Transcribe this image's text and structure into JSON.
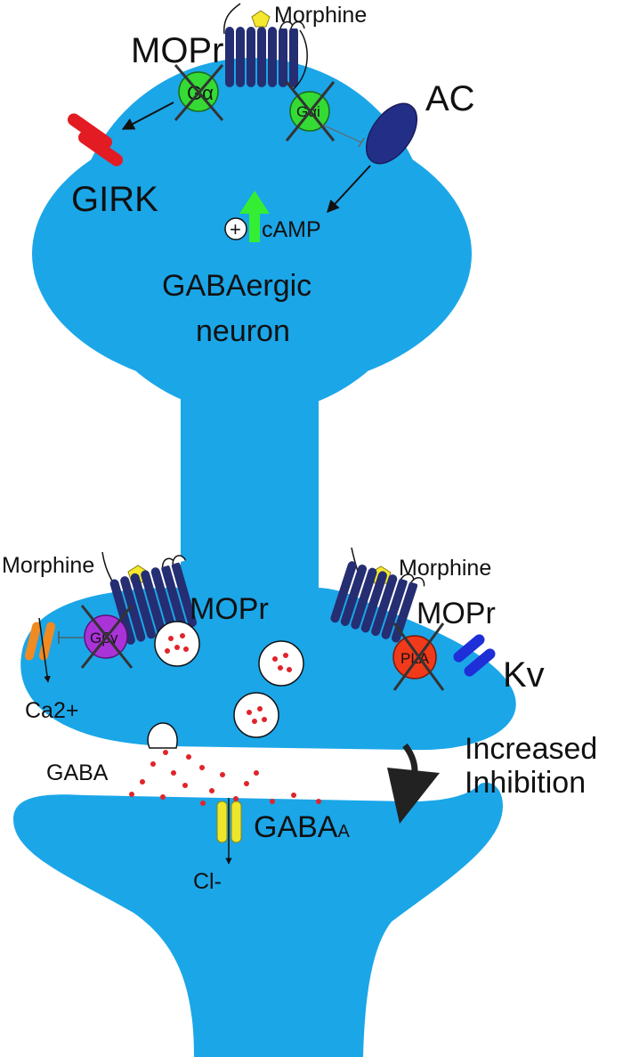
{
  "title": "",
  "soma": {
    "label_line1": "GABAergic",
    "label_line2": "neuron",
    "ligand": "Morphine",
    "receptor": "MOPr",
    "g_alpha": "Gα",
    "g_alpha_i": "Gαi",
    "effector_ac": "AC",
    "channel_girk": "GIRK",
    "second_messenger": "cAMP",
    "plus_sign": "+"
  },
  "left_terminal": {
    "ligand": "Morphine",
    "receptor": "MOPr",
    "g_beta_gamma": "Gβγ",
    "ion": "Ca2+"
  },
  "right_terminal": {
    "ligand": "Morphine",
    "receptor": "MOPr",
    "enzyme": "PLA",
    "channel_kv": "Kv"
  },
  "synapse": {
    "transmitter": "GABA",
    "receptor_main": "GABA",
    "receptor_sub": "A",
    "ion": "Cl-",
    "effect_line1": "Increased",
    "effect_line2": "Inhibition"
  },
  "colors": {
    "cell": "#1BA6E8",
    "receptor": "#252E72",
    "g_protein": "#35DA35",
    "g_beta_gamma": "#A933D8",
    "pla": "#F03A1A",
    "ac": "#232F86",
    "girk": "#E31B23",
    "kv": "#1E2FD8",
    "calcium_channel": "#F08A22",
    "gaba_a_channel": "#EEE62A",
    "morphine": "#F5E82E",
    "up_arrow": "#33EE33",
    "gaba_dot": "#E0242A"
  }
}
